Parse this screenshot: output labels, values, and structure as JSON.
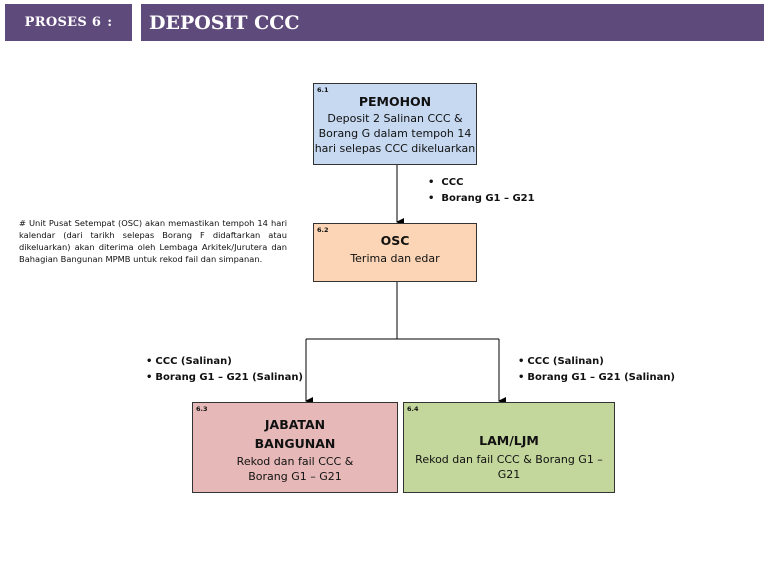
{
  "header": {
    "process_label": "PROSES 6",
    "separator": ":",
    "title": "DEPOSIT CCC"
  },
  "note": "# Unit Pusat Setempat (OSC) akan memastikan tempoh 14 hari kalendar (dari tarikh selepas Borang F didaftarkan atau dikeluarkan) akan diterima oleh Lembaga Arkitek/Jurutera dan Bahagian Bangunan MPMB untuk rekod fail dan simpanan.",
  "steps": [
    {
      "number": "6.1",
      "title": "PEMOHON",
      "lines": [
        "Deposit 2 Salinan CCC &",
        "Borang G dalam tempoh 14",
        "hari selepas  CCC dikeluarkan"
      ]
    },
    {
      "number": "6.2",
      "title": "OSC",
      "lines": [
        "Terima dan edar"
      ]
    },
    {
      "number": "6.3",
      "title_lines": [
        "JABATAN",
        "BANGUNAN"
      ],
      "lines": [
        "Rekod dan fail CCC &",
        "Borang G1 – G21"
      ]
    },
    {
      "number": "6.4",
      "title": "LAM/LJM",
      "lines": [
        "Rekod dan fail CCC & Borang G1 – G21"
      ]
    }
  ],
  "connector_lists": {
    "to_osc": [
      "CCC",
      "Borang G1 – G21"
    ],
    "to_jabatan": [
      "CCC (Salinan)",
      "Borang G1 – G21 (Salinan)"
    ],
    "to_lam": [
      "CCC (Salinan)",
      "Borang G1 – G21 (Salinan)"
    ]
  },
  "colors": {
    "header_bg": "#5f4a7c",
    "pemohon_bg": "#c6d9f1",
    "osc_bg": "#fbd5b5",
    "jabatan_bg": "#e6b9b8",
    "lam_bg": "#c3d69b"
  }
}
